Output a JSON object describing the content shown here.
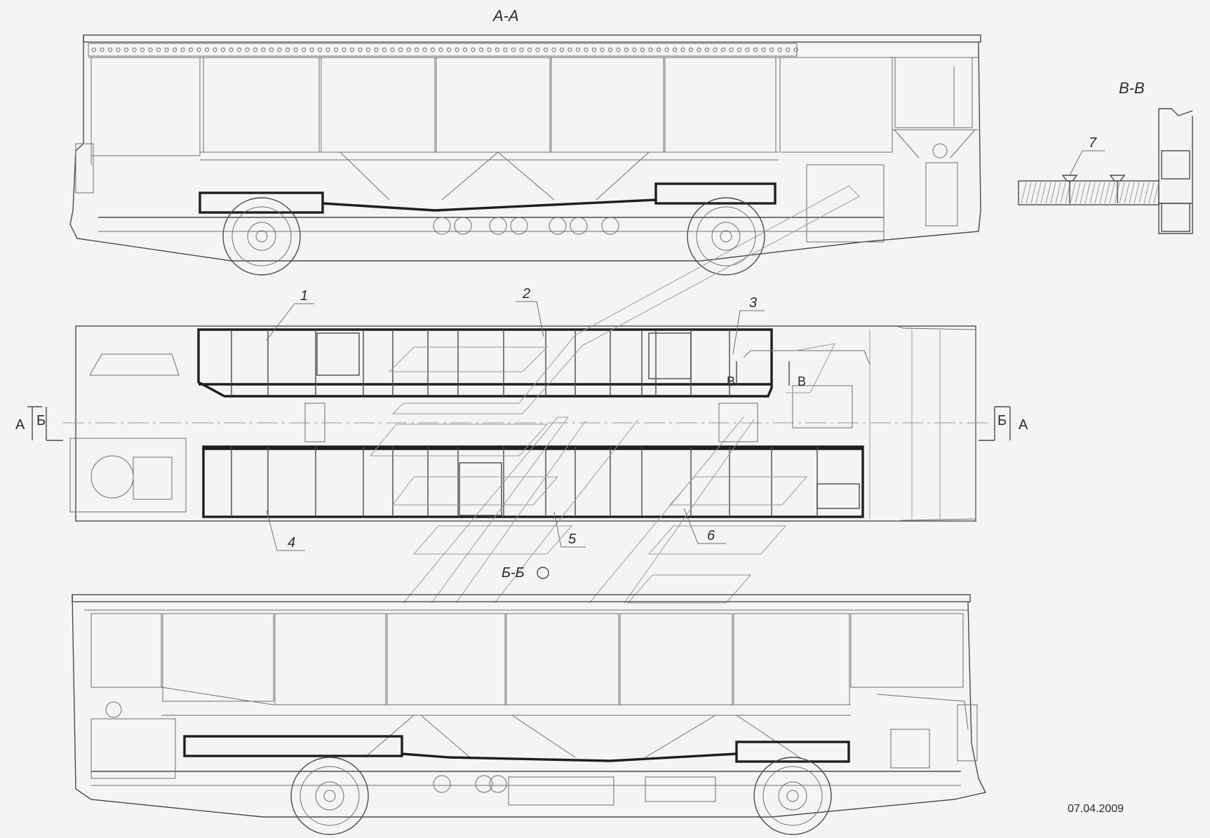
{
  "views": {
    "section_aa_title": "А-А",
    "section_vv_title": "В-В",
    "section_bb_title": "Б-Б"
  },
  "cut_markers": {
    "a_left": "А",
    "b_left": "Б",
    "a_right": "А",
    "b_right": "Б",
    "v_left": "В",
    "v_right": "В"
  },
  "callouts": [
    "1",
    "2",
    "3",
    "4",
    "5",
    "6",
    "7"
  ],
  "date": "07.04.2009"
}
